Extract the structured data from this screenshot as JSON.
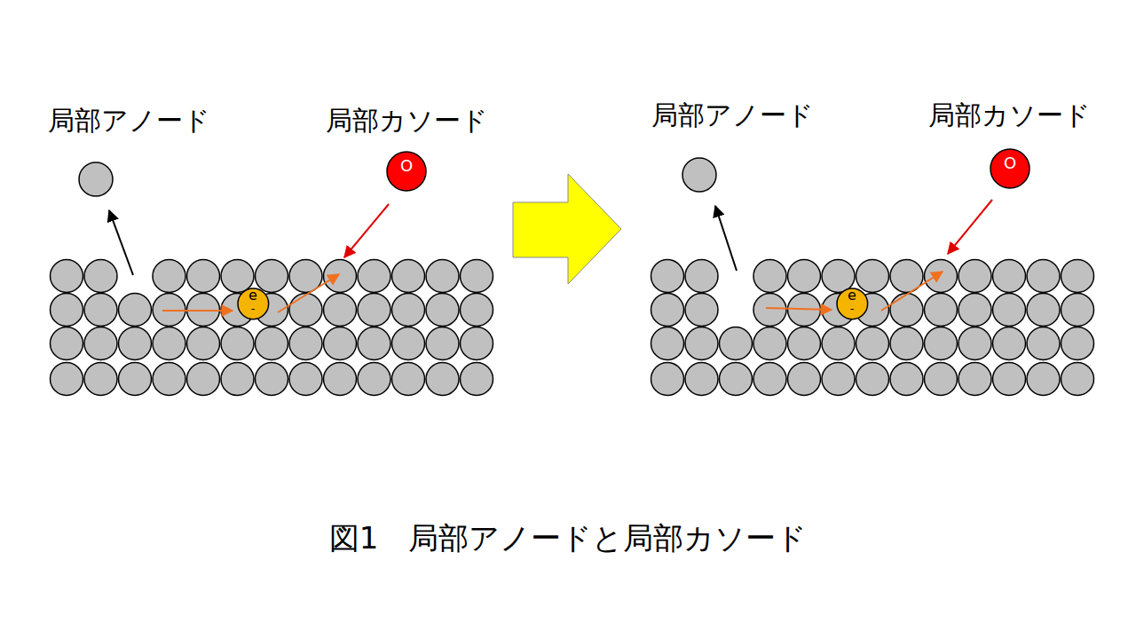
{
  "diagram": {
    "caption": "図1　局部アノードと局部カソード",
    "nodes": [
      {
        "text": [
          "O"
        ]
      },
      {
        "text": [
          "e",
          "-"
        ]
      },
      {
        "text": [
          "O"
        ]
      },
      {
        "text": [
          "e",
          "-"
        ]
      }
    ],
    "labels": [
      "局部アノード",
      "局部カソード",
      "局部アノード",
      "局部カソード"
    ]
  }
}
